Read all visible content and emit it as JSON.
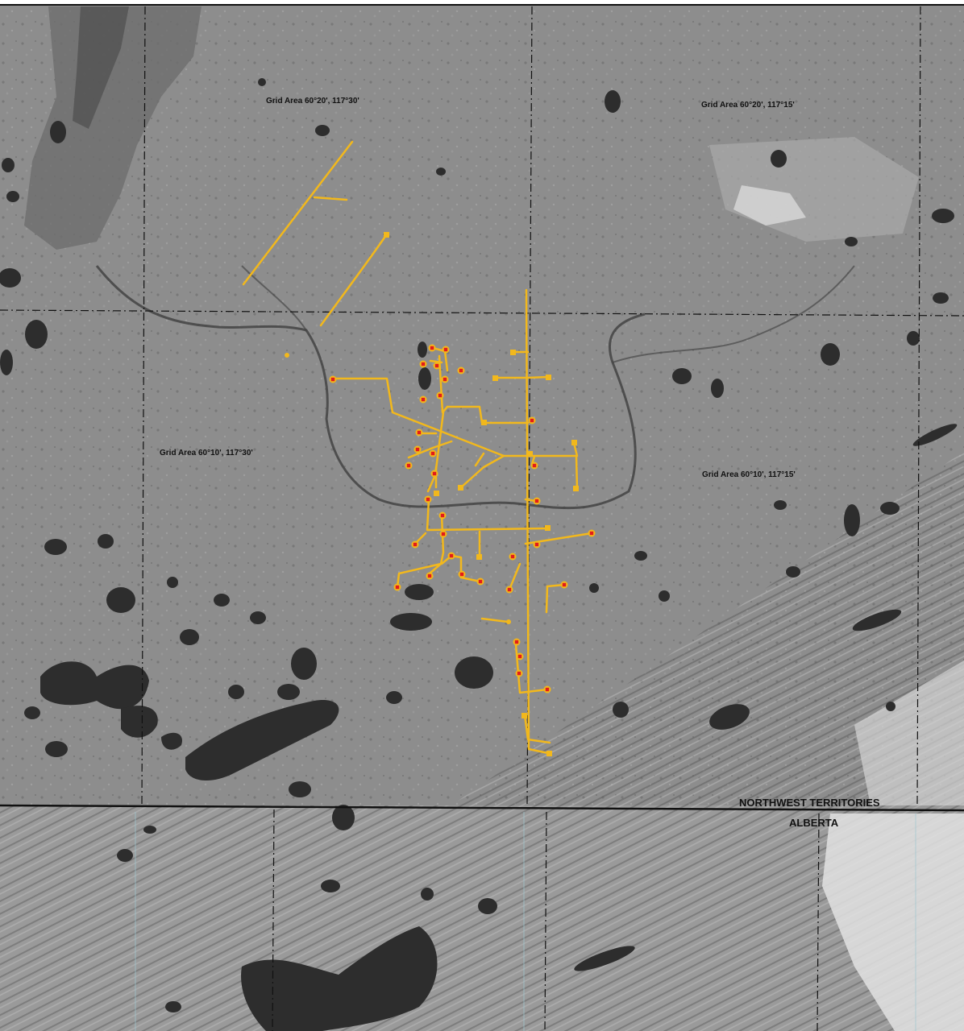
{
  "map": {
    "grid_labels": {
      "nw": "Grid Area 60°20', 117°30'",
      "ne": "Grid Area 60°20', 117°15'",
      "sw": "Grid Area 60°10', 117°30'",
      "se": "Grid Area 60°10', 117°15'"
    },
    "boundary": {
      "north": "NORTHWEST TERRITORIES",
      "south": "ALBERTA"
    },
    "colors": {
      "terrain": "#8c8c8c",
      "terrain_dark": "#6f6f6f",
      "terrain_light": "#b4b4b4",
      "snow": "#e6e6e6",
      "lake": "#2e2e2e",
      "grid_line": "#111111",
      "route": "#f2b81c",
      "well_marker": "#e21b1b"
    },
    "icons": {
      "well": "red-square-marker-icon",
      "facility": "yellow-square-icon"
    }
  }
}
